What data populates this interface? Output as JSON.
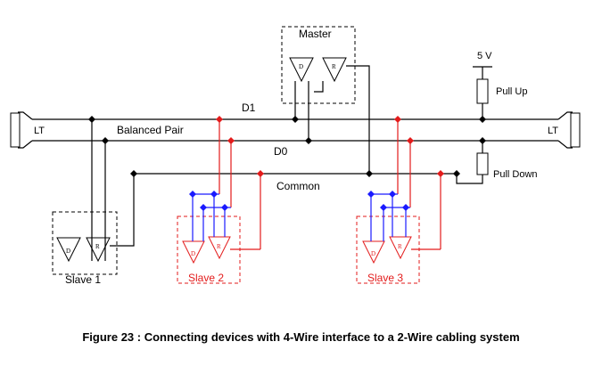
{
  "master_label": "Master",
  "supply_label": "5 V",
  "pull_up_label": "Pull Up",
  "pull_down_label": "Pull Down",
  "d1_label": "D1",
  "d0_label": "D0",
  "balanced_pair_label": "Balanced Pair",
  "common_label": "Common",
  "terminator_left_label": "LT",
  "terminator_right_label": "LT",
  "driver_symbol": "D",
  "receiver_symbol": "R",
  "slaves": [
    {
      "label": "Slave 1"
    },
    {
      "label": "Slave 2"
    },
    {
      "label": "Slave 3"
    }
  ],
  "caption": "Figure 23 : Connecting devices with 4-Wire interface to a 2-Wire cabling system",
  "colors": {
    "black": "#000000",
    "red": "#e31b1b",
    "blue": "#1a1aff"
  }
}
